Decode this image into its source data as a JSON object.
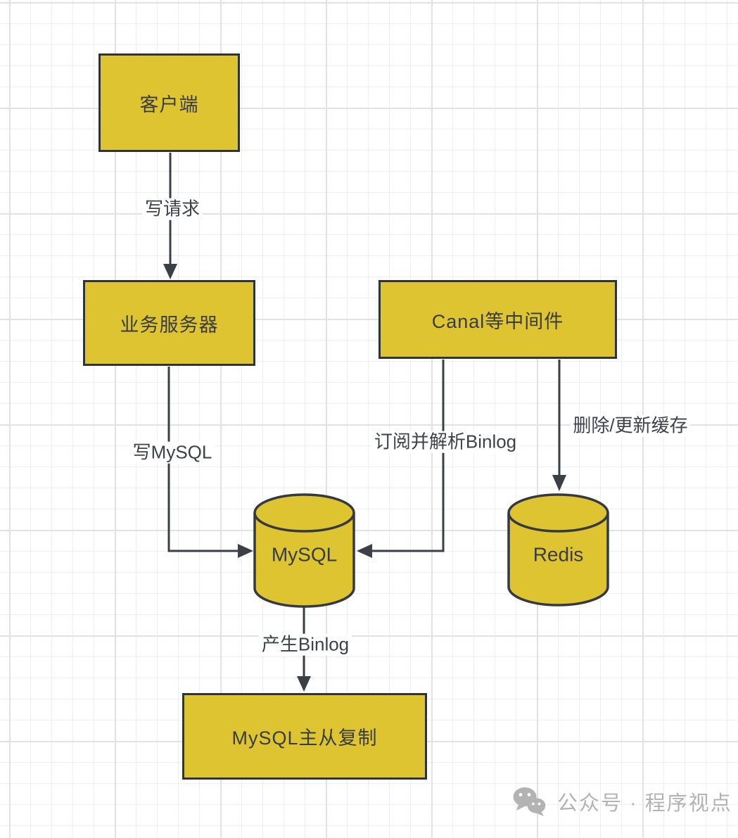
{
  "diagram": {
    "title_hint": "MySQL-Canal-Redis cache update architecture flow",
    "nodes": {
      "client": {
        "label": "客户端",
        "shape": "rect"
      },
      "app_server": {
        "label": "业务服务器",
        "shape": "rect"
      },
      "canal": {
        "label": "Canal等中间件",
        "shape": "rect"
      },
      "mysql": {
        "label": "MySQL",
        "shape": "cylinder"
      },
      "redis": {
        "label": "Redis",
        "shape": "cylinder"
      },
      "replication": {
        "label": "MySQL主从复制",
        "shape": "rect"
      }
    },
    "edges": {
      "write_request": {
        "label": "写请求",
        "from": "client",
        "to": "app_server"
      },
      "write_mysql": {
        "label": "写MySQL",
        "from": "app_server",
        "to": "mysql"
      },
      "subscribe_binlog": {
        "label": "订阅并解析Binlog",
        "from": "canal",
        "to": "mysql"
      },
      "update_cache": {
        "label": "删除/更新缓存",
        "from": "canal",
        "to": "redis"
      },
      "produce_binlog": {
        "label": "产生Binlog",
        "from": "mysql",
        "to": "replication"
      }
    },
    "colors": {
      "node_fill": "#dfc431",
      "node_border": "#2e333c",
      "arrow": "#3b4047",
      "label_text": "#3d4248",
      "grid_minor": "#efefef",
      "grid_major": "#e2e2e2",
      "watermark": "#b3b3b3"
    }
  },
  "watermark": {
    "icon": "wechat-icon",
    "text": "公众号 · 程序视点"
  }
}
